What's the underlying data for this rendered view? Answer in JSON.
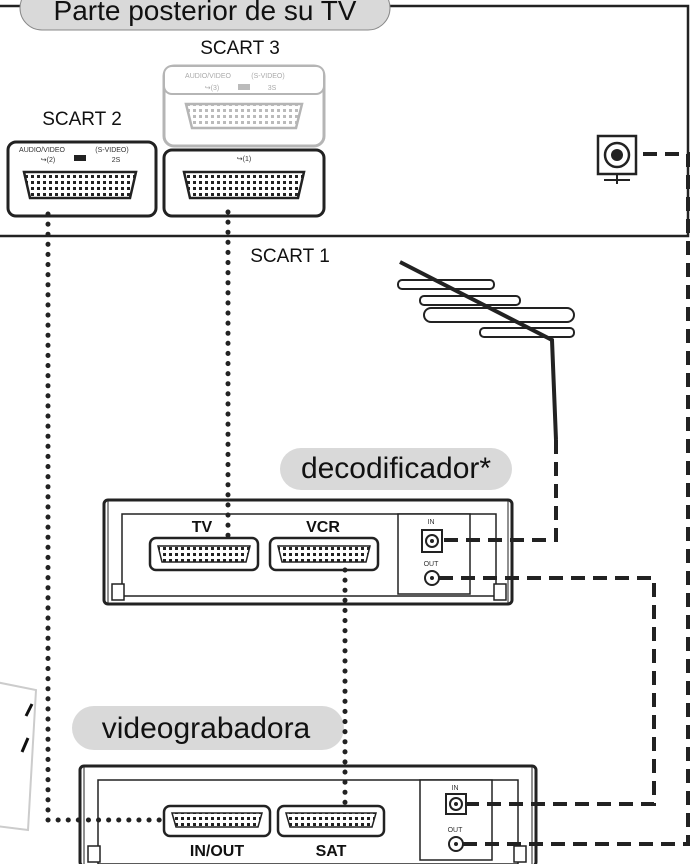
{
  "tv_panel": {
    "title": "Parte posterior de su TV",
    "scart1_label": "SCART 1",
    "scart1_port": "↪(1)",
    "scart2_label": "SCART 2",
    "scart2_audio_video": "AUDIO/VIDEO",
    "scart2_audio_port": "↪(2)",
    "scart2_svideo": "(S-VIDEO)",
    "scart2_svideo_port": "2S",
    "scart3_label": "SCART 3",
    "scart3_audio_video": "AUDIO/VIDEO",
    "scart3_audio_port": "↪(3)",
    "scart3_svideo": "(S-VIDEO)",
    "scart3_svideo_port": "3S"
  },
  "decoder": {
    "label": "decodificador*",
    "tv_port": "TV",
    "vcr_port": "VCR",
    "in_label": "IN",
    "out_label": "OUT"
  },
  "vcr": {
    "label": "videograbadora",
    "inout_port": "IN/OUT",
    "sat_port": "SAT",
    "in_label": "IN",
    "out_label": "OUT"
  },
  "colors": {
    "line": "#222222",
    "label_bg": "#d9d9d9",
    "scart3_gray": "#b5b5b5"
  }
}
